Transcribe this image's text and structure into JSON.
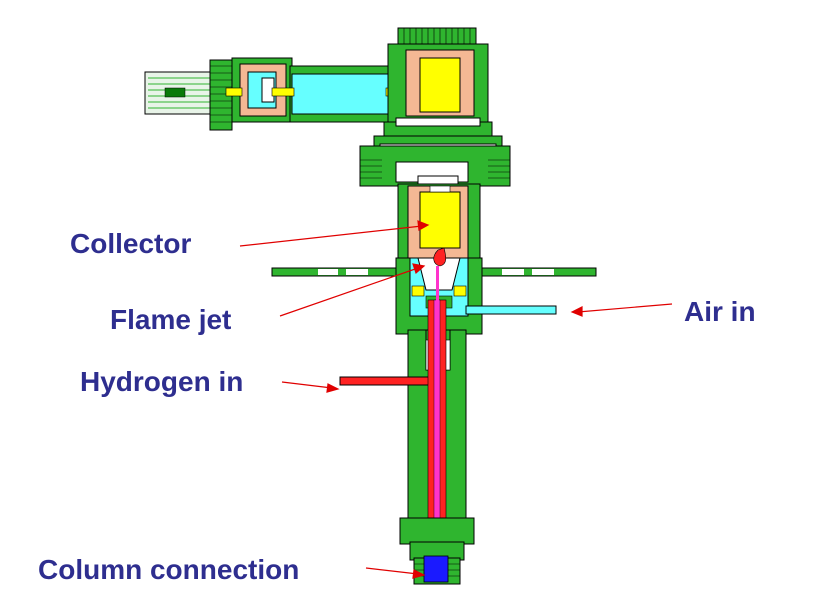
{
  "labels": {
    "collector": "Collector",
    "flame_jet": "Flame jet",
    "hydrogen_in": "Hydrogen in",
    "air_in": "Air in",
    "column_connection": "Column connection"
  },
  "colors": {
    "body_green": "#2fb52f",
    "outline": "#000000",
    "collector_yellow": "#ffff00",
    "insulator_peach": "#f4b894",
    "air_cyan": "#66ffff",
    "hydrogen_red": "#ff2222",
    "column_magenta": "#ff33cc",
    "connection_blue": "#1a1aff",
    "label_text": "#2e2e8f",
    "pointer_red": "#e00000"
  }
}
